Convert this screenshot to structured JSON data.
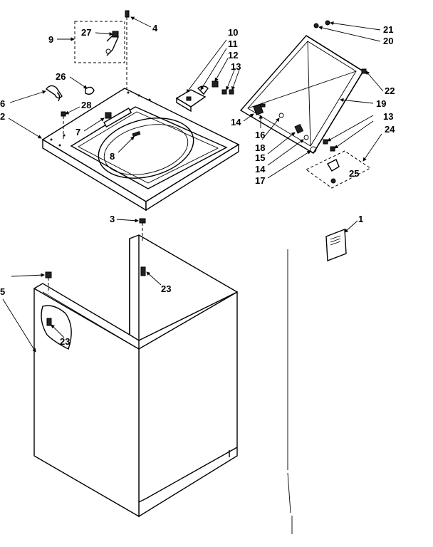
{
  "callouts": [
    {
      "id": "c-4",
      "text": "4"
    },
    {
      "id": "c-9",
      "text": "9"
    },
    {
      "id": "c-27",
      "text": "27"
    },
    {
      "id": "c-10",
      "text": "10"
    },
    {
      "id": "c-11",
      "text": "11"
    },
    {
      "id": "c-12",
      "text": "12"
    },
    {
      "id": "c-13a",
      "text": "13"
    },
    {
      "id": "c-21",
      "text": "21"
    },
    {
      "id": "c-20",
      "text": "20"
    },
    {
      "id": "c-26",
      "text": "26"
    },
    {
      "id": "c-6",
      "text": "6"
    },
    {
      "id": "c-28",
      "text": "28"
    },
    {
      "id": "c-2",
      "text": "2"
    },
    {
      "id": "c-7",
      "text": "7"
    },
    {
      "id": "c-8",
      "text": "8"
    },
    {
      "id": "c-22",
      "text": "22"
    },
    {
      "id": "c-19",
      "text": "19"
    },
    {
      "id": "c-13b",
      "text": "13"
    },
    {
      "id": "c-24",
      "text": "24"
    },
    {
      "id": "c-14a",
      "text": "14"
    },
    {
      "id": "c-16",
      "text": "16"
    },
    {
      "id": "c-18",
      "text": "18"
    },
    {
      "id": "c-15",
      "text": "15"
    },
    {
      "id": "c-14b",
      "text": "14"
    },
    {
      "id": "c-17",
      "text": "17"
    },
    {
      "id": "c-25",
      "text": "25"
    },
    {
      "id": "c-1",
      "text": "1"
    },
    {
      "id": "c-3",
      "text": "3"
    },
    {
      "id": "c-23a",
      "text": "23"
    },
    {
      "id": "c-23b",
      "text": "23"
    },
    {
      "id": "c-5",
      "text": "5"
    }
  ]
}
